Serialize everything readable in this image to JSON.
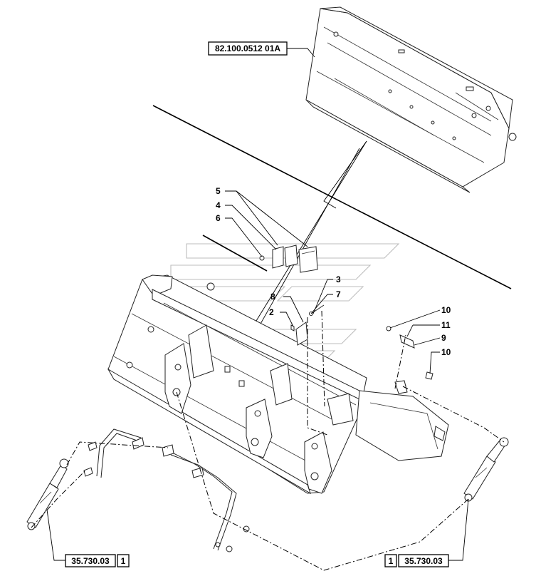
{
  "references": {
    "top_bucket": "82.100.0512 01A",
    "left_cylinder_code": "35.730.03",
    "left_cylinder_qty": "1",
    "right_cylinder_code": "35.730.03",
    "right_cylinder_qty": "1"
  },
  "callouts": {
    "c5": "5",
    "c4": "4",
    "c6": "6",
    "c3": "3",
    "c8": "8",
    "c7": "7",
    "c2": "2",
    "c10a": "10",
    "c11": "11",
    "c9": "9",
    "c10b": "10"
  }
}
